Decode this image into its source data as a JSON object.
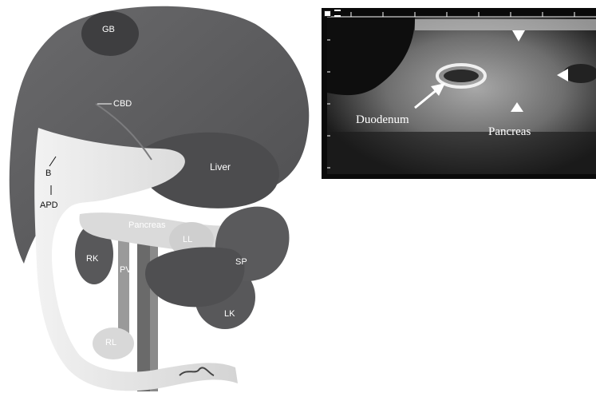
{
  "anatomy": {
    "labels": {
      "gb": "GB",
      "cbd": "CBD",
      "liver": "Liver",
      "b": "B",
      "apd": "APD",
      "pancreas": "Pancreas",
      "ll": "LL",
      "rk": "RK",
      "pv": "PV",
      "sp": "SP",
      "lk": "LK",
      "rl": "RL"
    }
  },
  "ultrasound": {
    "labels": {
      "duodenum": "Duodenum",
      "pancreas": "Pancreas"
    },
    "colors": {
      "frame": "#0a0a0a",
      "tissue": "#8a8a8a"
    }
  },
  "colors": {
    "liver": "#5e5e60",
    "liver_dark": "#4a4a4c",
    "organ_light": "#e6e6e6",
    "kidney": "#565658",
    "background": "#ffffff"
  }
}
